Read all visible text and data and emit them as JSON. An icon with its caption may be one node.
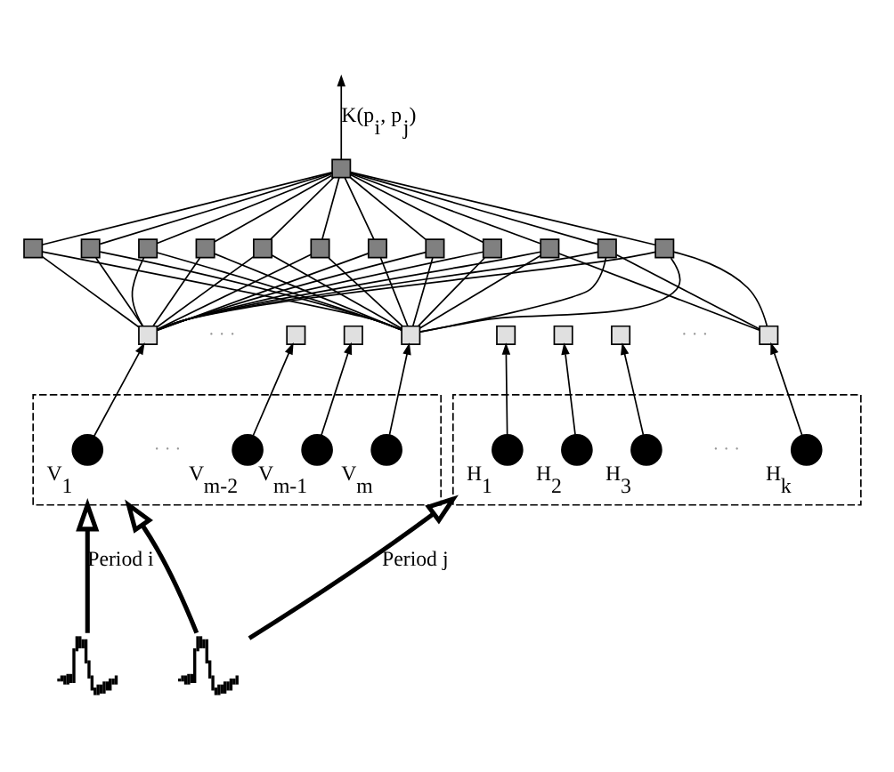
{
  "diagram": {
    "nodes": [
      {
        "text": [],
        "shape": "box"
      },
      {
        "text": [],
        "shape": "box"
      },
      {
        "text": [],
        "shape": "box"
      },
      {
        "text": [],
        "shape": "box"
      },
      {
        "text": [],
        "shape": "box"
      },
      {
        "text": [],
        "shape": "box"
      },
      {
        "text": [],
        "shape": "box"
      },
      {
        "text": [],
        "shape": "box"
      },
      {
        "text": [],
        "shape": "box"
      },
      {
        "text": [],
        "shape": "box"
      },
      {
        "text": [],
        "shape": "box"
      },
      {
        "text": [],
        "shape": "box"
      },
      {
        "text": [],
        "shape": "box"
      },
      {
        "text": [],
        "shape": "box"
      },
      {
        "text": [],
        "shape": "box"
      },
      {
        "text": [],
        "shape": "box"
      },
      {
        "text": [],
        "shape": "box"
      },
      {
        "text": [],
        "shape": "box"
      },
      {
        "text": [],
        "shape": "box"
      },
      {
        "text": [],
        "shape": "box"
      },
      {
        "text": [],
        "shape": "box"
      },
      {
        "text": [],
        "shape": "box"
      },
      {
        "text": [],
        "shape": "circle",
        "in": 21,
        "beside": [
          "V$_{1}$"
        ]
      },
      {
        "text": [],
        "shape": "circle",
        "in": 21,
        "beside": [
          "V$_{m-2}$"
        ]
      },
      {
        "text": [],
        "shape": "circle",
        "in": 21,
        "beside": [
          "V$_{m-1}$"
        ]
      },
      {
        "text": [],
        "shape": "circle",
        "in": 21,
        "beside": [
          "V$_{m}$"
        ]
      },
      {
        "text": [],
        "shape": "box"
      },
      {
        "text": [],
        "shape": "circle",
        "in": 26,
        "beside": [
          "H$_{1}$"
        ]
      },
      {
        "text": [],
        "shape": "circle",
        "in": 26,
        "beside": [
          "H$_{2}$"
        ]
      },
      {
        "text": [],
        "shape": "circle",
        "in": 26,
        "beside": [
          "H$_{3}$"
        ]
      },
      {
        "text": [],
        "shape": "circle",
        "in": 26,
        "beside": [
          "H$_{k}$"
        ]
      },
      {
        "text": [],
        "shape": "picture"
      },
      {
        "text": [],
        "shape": "picture"
      }
    ],
    "edges": [
      {
        "from": 0,
        "to": null,
        "arrow": "to",
        "label": "K(p$_{i}$, p$_{j}$)"
      },
      {
        "from": 0,
        "to": 1,
        "arrow": "none"
      },
      {
        "from": 0,
        "to": 2,
        "arrow": "none"
      },
      {
        "from": 0,
        "to": 3,
        "arrow": "none"
      },
      {
        "from": 0,
        "to": 4,
        "arrow": "none"
      },
      {
        "from": 0,
        "to": 5,
        "arrow": "none"
      },
      {
        "from": 0,
        "to": 6,
        "arrow": "none"
      },
      {
        "from": 0,
        "to": 7,
        "arrow": "none"
      },
      {
        "from": 0,
        "to": 8,
        "arrow": "none"
      },
      {
        "from": 0,
        "to": 9,
        "arrow": "none"
      },
      {
        "from": 0,
        "to": 10,
        "arrow": "none"
      },
      {
        "from": 0,
        "to": 11,
        "arrow": "none"
      },
      {
        "from": 0,
        "to": 12,
        "arrow": "none"
      },
      {
        "from": 1,
        "to": 13,
        "arrow": "none"
      },
      {
        "from": 1,
        "to": 16,
        "arrow": "none"
      },
      {
        "from": 2,
        "to": 13,
        "arrow": "none"
      },
      {
        "from": 2,
        "to": 16,
        "arrow": "none"
      },
      {
        "from": 3,
        "to": 13,
        "arrow": "none"
      },
      {
        "from": 3,
        "to": 16,
        "arrow": "none"
      },
      {
        "from": 4,
        "to": 13,
        "arrow": "none"
      },
      {
        "from": 4,
        "to": 16,
        "arrow": "none"
      },
      {
        "from": 5,
        "to": 13,
        "arrow": "none"
      },
      {
        "from": 5,
        "to": 16,
        "arrow": "none"
      },
      {
        "from": 6,
        "to": 13,
        "arrow": "none"
      },
      {
        "from": 6,
        "to": 16,
        "arrow": "none"
      },
      {
        "from": 7,
        "to": 13,
        "arrow": "none"
      },
      {
        "from": 7,
        "to": 16,
        "arrow": "none"
      },
      {
        "from": 8,
        "to": 13,
        "arrow": "none"
      },
      {
        "from": 8,
        "to": 16,
        "arrow": "none"
      },
      {
        "from": 9,
        "to": 13,
        "arrow": "none"
      },
      {
        "from": 9,
        "to": 16,
        "arrow": "none"
      },
      {
        "from": 10,
        "to": 13,
        "arrow": "none"
      },
      {
        "from": 10,
        "to": 16,
        "arrow": "none"
      },
      {
        "from": 10,
        "to": 20,
        "arrow": "none"
      },
      {
        "from": 11,
        "to": 13,
        "arrow": "none"
      },
      {
        "from": 11,
        "to": 16,
        "arrow": "none"
      },
      {
        "from": 11,
        "to": 20,
        "arrow": "none"
      },
      {
        "from": 12,
        "to": 13,
        "arrow": "none"
      },
      {
        "from": 12,
        "to": 16,
        "arrow": "none"
      },
      {
        "from": 12,
        "to": 20,
        "arrow": "none"
      },
      {
        "from": 22,
        "to": 13,
        "arrow": "to"
      },
      {
        "from": 23,
        "to": 14,
        "arrow": "to"
      },
      {
        "from": 24,
        "to": 15,
        "arrow": "to"
      },
      {
        "from": 25,
        "to": 16,
        "arrow": "to"
      },
      {
        "from": 27,
        "to": 17,
        "arrow": "to"
      },
      {
        "from": 28,
        "to": 18,
        "arrow": "to"
      },
      {
        "from": 29,
        "to": 19,
        "arrow": "to"
      },
      {
        "from": 30,
        "to": 20,
        "arrow": "to"
      },
      {
        "from": 31,
        "to": 21,
        "arrow": "to",
        "style": "thick",
        "label": "Period i"
      },
      {
        "from": 32,
        "to": 21,
        "arrow": "to",
        "style": "thick"
      },
      {
        "from": 32,
        "to": 26,
        "arrow": "to",
        "style": "thick",
        "label": "Period j"
      }
    ],
    "labels": [
      "· · ·",
      "· · ·",
      "· · ·",
      "· · ·"
    ]
  }
}
